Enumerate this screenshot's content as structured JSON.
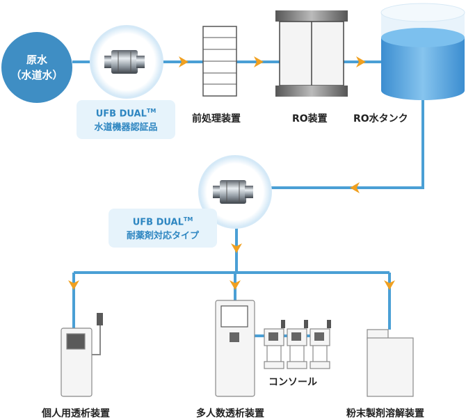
{
  "source": {
    "line1": "原水",
    "line2": "（水道水）"
  },
  "badge_top": {
    "name": "UFB DUAL",
    "tm": "TM",
    "sub": "水道機器認証品"
  },
  "badge_mid": {
    "name": "UFB DUAL",
    "tm": "TM",
    "sub": "耐薬剤対応タイプ"
  },
  "labels": {
    "pretreat": "前処理装置",
    "ro": "RO装置",
    "ro_tank": "RO水タンク",
    "personal": "個人用透析装置",
    "multi": "多人数透析装置",
    "console": "コンソール",
    "powder": "粉末製剤溶解装置"
  },
  "colors": {
    "line": "#4a9fd5",
    "arrow": "#f0a020",
    "badge_text": "#2e86c1",
    "source_fill": "#3f8ec4"
  }
}
